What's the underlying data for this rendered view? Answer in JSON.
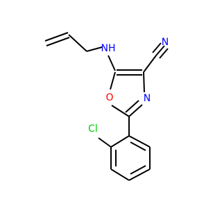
{
  "molecule": {
    "atoms": {
      "nh": {
        "text": "NH",
        "color": "#0000FF"
      },
      "o": {
        "text": "O",
        "color": "#FF0000"
      },
      "n": {
        "text": "N",
        "color": "#0000FF"
      },
      "cn": {
        "text": "N",
        "color": "#0000FF"
      },
      "cl": {
        "text": "Cl",
        "color": "#00CC00"
      }
    }
  }
}
